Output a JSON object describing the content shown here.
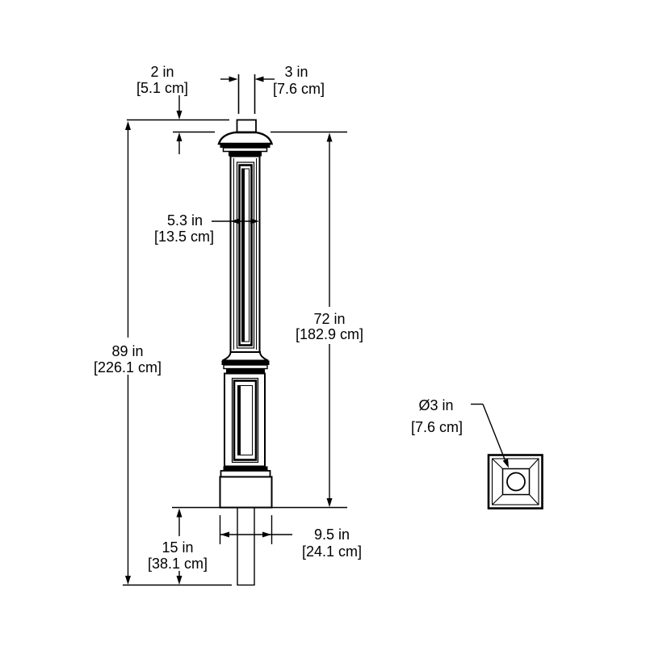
{
  "colors": {
    "line": "#000000",
    "background": "#ffffff",
    "panel_shade": "#a9a9a9"
  },
  "front_view": {
    "dims": {
      "stickout": {
        "in": "2 in",
        "cm": "[5.1 cm]"
      },
      "tube": {
        "in": "3 in",
        "cm": "[7.6 cm]"
      },
      "post": {
        "in": "5.3 in",
        "cm": "[13.5 cm]"
      },
      "above_ground": {
        "in": "72 in",
        "cm": "[182.9 cm]"
      },
      "overall": {
        "in": "89 in",
        "cm": "[226.1 cm]"
      },
      "buried": {
        "in": "15 in",
        "cm": "[38.1 cm]"
      },
      "base": {
        "in": "9.5 in",
        "cm": "[24.1 cm]"
      }
    }
  },
  "top_view": {
    "dims": {
      "diameter": {
        "in": "Ø3 in",
        "cm": "[7.6 cm]"
      }
    }
  }
}
